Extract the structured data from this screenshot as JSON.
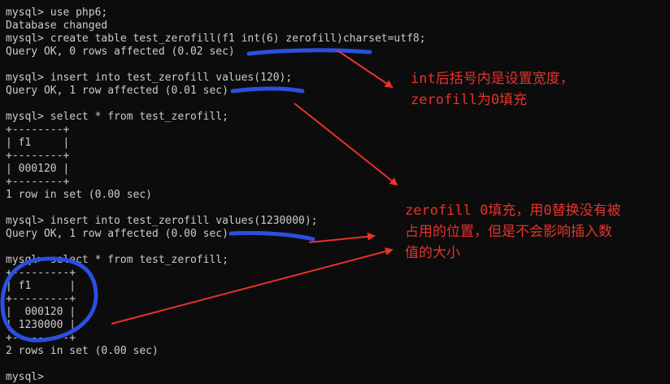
{
  "terminal": {
    "lines": [
      "mysql> use php6;",
      "Database changed",
      "mysql> create table test_zerofill(f1 int(6) zerofill)charset=utf8;",
      "Query OK, 0 rows affected (0.02 sec)",
      "",
      "mysql> insert into test_zerofill values(120);",
      "Query OK, 1 row affected (0.01 sec)",
      "",
      "mysql> select * from test_zerofill;",
      "+--------+",
      "| f1     |",
      "+--------+",
      "| 000120 |",
      "+--------+",
      "1 row in set (0.00 sec)",
      "",
      "mysql> insert into test_zerofill values(1230000);",
      "Query OK, 1 row affected (0.00 sec)",
      "",
      "mysql> select * from test_zerofill;",
      "+---------+",
      "| f1      |",
      "+---------+",
      "|  000120 |",
      "| 1230000 |",
      "+---------+",
      "2 rows in set (0.00 sec)",
      "",
      "mysql> "
    ]
  },
  "annotations": {
    "note1": "int后括号内是设置宽度，\nzerofill为0填充",
    "note2": "zerofill 0填充，用0替换没有被\n占用的位置，但是不会影响插入数\n值的大小"
  },
  "colors": {
    "background": "#0c0c0c",
    "text": "#cccccc",
    "annotation_red": "#e8322a",
    "highlight_blue": "#2a4fe0"
  }
}
